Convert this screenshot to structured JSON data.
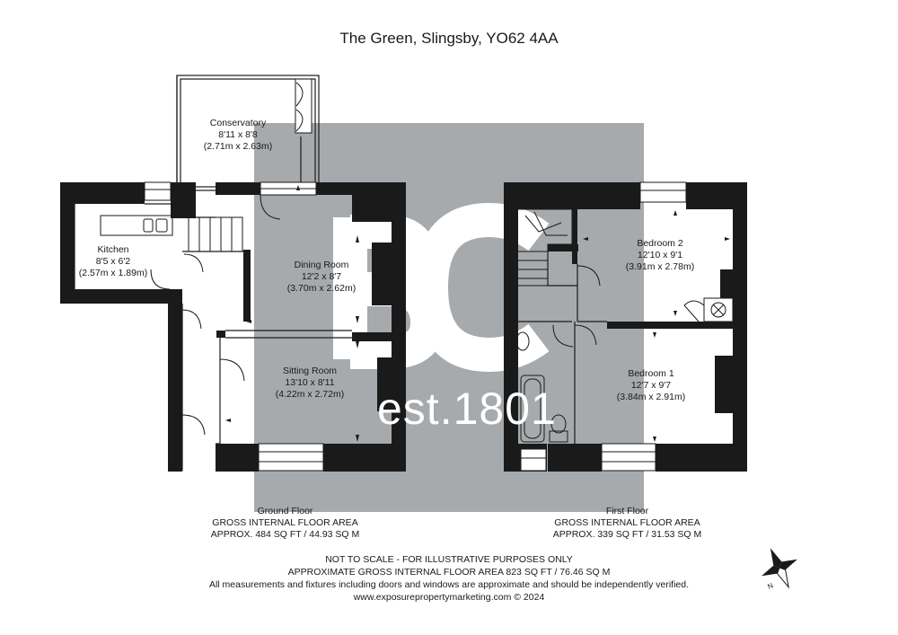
{
  "title": "The Green, Slingsby, YO62 4AA",
  "watermark": {
    "logo_letters": "BC",
    "established": "est.1801",
    "color": "#9ea3a6"
  },
  "rooms": {
    "conservatory": {
      "name": "Conservatory",
      "imperial": "8'11 x 8'8",
      "metric": "(2.71m x 2.63m)"
    },
    "kitchen": {
      "name": "Kitchen",
      "imperial": "8'5 x 6'2",
      "metric": "(2.57m x 1.89m)"
    },
    "dining_room": {
      "name": "Dining Room",
      "imperial": "12'2 x 8'7",
      "metric": "(3.70m x 2.62m)"
    },
    "sitting_room": {
      "name": "Sitting Room",
      "imperial": "13'10 x 8'11",
      "metric": "(4.22m x 2.72m)"
    },
    "bedroom_2": {
      "name": "Bedroom 2",
      "imperial": "12'10 x 9'1",
      "metric": "(3.91m x 2.78m)"
    },
    "bedroom_1": {
      "name": "Bedroom 1",
      "imperial": "12'7 x 9'7",
      "metric": "(3.84m x 2.91m)"
    }
  },
  "floors": {
    "ground": {
      "name": "Ground Floor",
      "area_label": "GROSS INTERNAL FLOOR AREA",
      "area": "APPROX. 484 SQ FT / 44.93 SQ M"
    },
    "first": {
      "name": "First Floor",
      "area_label": "GROSS INTERNAL FLOOR AREA",
      "area": "APPROX. 339 SQ FT / 31.53 SQ M"
    }
  },
  "footer": {
    "scale_note": "NOT TO SCALE - FOR ILLUSTRATIVE PURPOSES ONLY",
    "total_area": "APPROXIMATE GROSS INTERNAL FLOOR AREA 823 SQ FT / 76.46 SQ M",
    "disclaimer": "All measurements and fixtures including doors and windows are approximate and should be independently verified.",
    "credit": "www.exposurepropertymarketing.com © 2024"
  },
  "compass": {
    "label": "N"
  },
  "colors": {
    "wall": "#1a1a1a",
    "watermark": "#9ea3a6"
  }
}
